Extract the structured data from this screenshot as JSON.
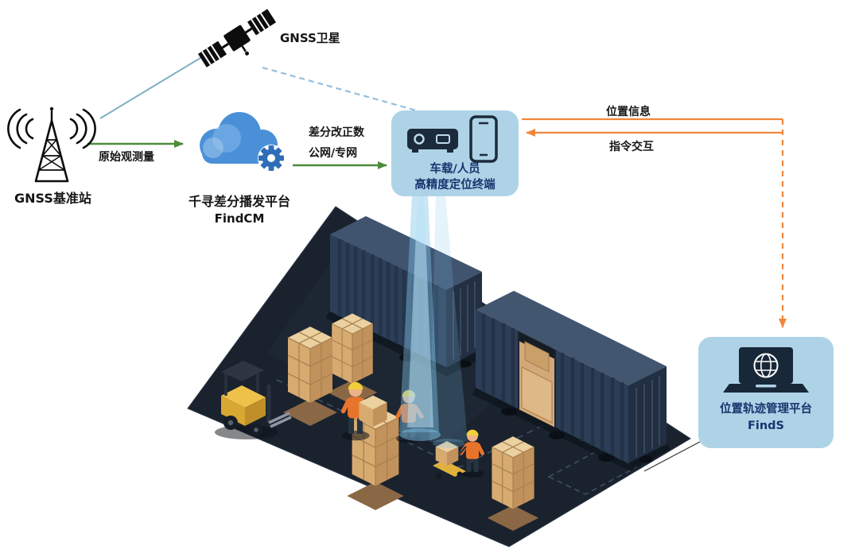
{
  "diagram": {
    "satellite": {
      "label": "GNSS卫星"
    },
    "base_station": {
      "label": "GNSS基准站"
    },
    "cloud": {
      "name": "千寻差分播发平台",
      "product": "FindCM"
    },
    "terminal": {
      "line1": "车载/人员",
      "line2": "高精度定位终端"
    },
    "finds": {
      "name": "位置轨迹管理平台",
      "product": "FindS"
    },
    "edges": {
      "raw": "原始观测量",
      "diff_line1": "差分改正数",
      "diff_line2": "公网/专网",
      "position": "位置信息",
      "command": "指令交互"
    },
    "colors": {
      "arrow_green": "#4e8c3a",
      "arrow_orange": "#f0873c",
      "node_fill": "#aed3e7",
      "node_text": "#17356d",
      "cloud_blue": "#4a90d9",
      "satellite_link_teal": "#7fb0c2",
      "satellite_link_dashed_blue": "#93bedd"
    }
  }
}
